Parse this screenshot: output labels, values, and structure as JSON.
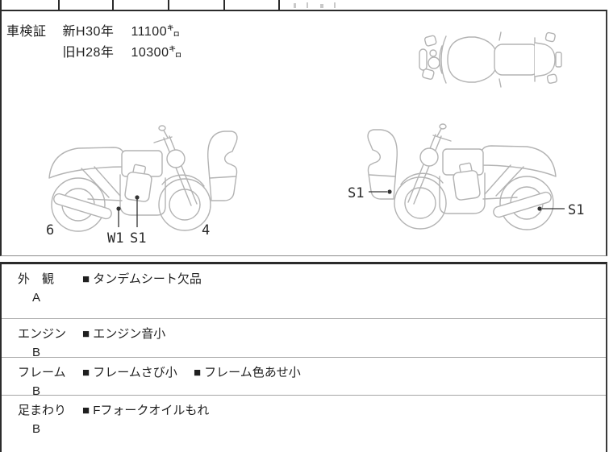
{
  "inspection": {
    "title": "車検証",
    "readings": [
      {
        "era": "新H30年",
        "odometer": "11100㌔"
      },
      {
        "era": "旧H28年",
        "odometer": "10300㌔"
      }
    ]
  },
  "diagram_labels": {
    "left_bike": {
      "rear": "6",
      "w1": "W1",
      "s1": "S1",
      "front": "4"
    },
    "right_bike": {
      "front_s1": "S1",
      "rear_s1": "S1"
    }
  },
  "condition_rows": [
    {
      "category": "外　観",
      "grade": "A",
      "items": [
        "■ タンデムシート欠品"
      ]
    },
    {
      "category": "エンジン",
      "grade": "B",
      "items": [
        "■ エンジン音小"
      ]
    },
    {
      "category": "フレーム",
      "grade": "B",
      "items": [
        "■ フレームさび小",
        "■ フレーム色あせ小"
      ]
    },
    {
      "category": "足まわり",
      "grade": "B",
      "items": [
        "■ Fフォークオイルもれ"
      ]
    }
  ],
  "colors": {
    "line_art": "#b3b3b3",
    "border_dark": "#2b2b2b",
    "divider_light": "#a6a6a6",
    "label_text": "#2a2a2a"
  }
}
